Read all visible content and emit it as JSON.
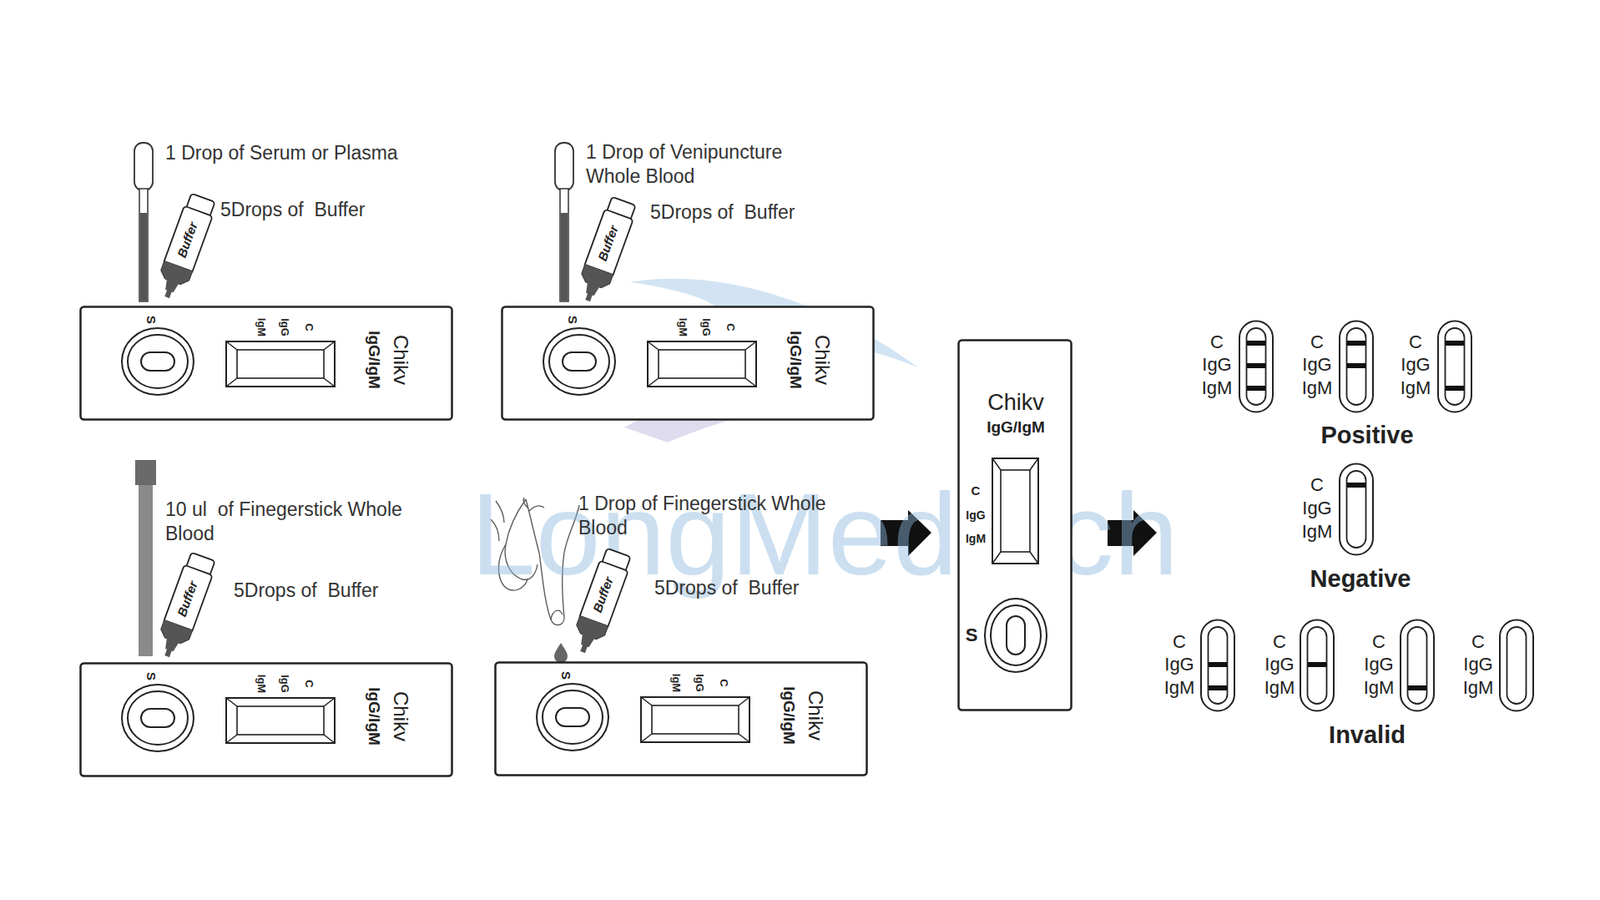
{
  "diagram": {
    "nodes": [
      {
        "text": [
          "S",
          "IgM",
          "IgG",
          "C",
          "Chikv",
          "IgG/IgM"
        ]
      },
      {
        "text": [
          "Buffer"
        ]
      },
      {
        "text": [
          "S",
          "IgM",
          "IgG",
          "C",
          "Chikv",
          "IgG/IgM"
        ]
      },
      {
        "text": [
          "Buffer"
        ]
      },
      {
        "text": [
          "S",
          "IgM",
          "IgG",
          "C",
          "Chikv",
          "IgG/IgM"
        ]
      },
      {
        "text": [
          "Buffer"
        ]
      },
      {
        "text": [
          "S",
          "IgM",
          "IgG",
          "C",
          "Chikv",
          "IgG/IgM"
        ]
      },
      {
        "text": [
          "Buffer"
        ]
      },
      {
        "text": [
          "Chikv",
          "IgG/IgM",
          "C",
          "IgG",
          "IgM",
          "S"
        ]
      }
    ],
    "labels": [
      "1 Drop of Serum or Plasma",
      "5Drops of  Buffer",
      "1 Drop of Venipuncture Whole Blood",
      "5Drops of  Buffer",
      "10 ul  of Finegerstick Whole Blood",
      "5Drops of  Buffer",
      "1 Drop of Finegerstick Whole Blood",
      "5Drops of  Buffer",
      "C",
      "IgG",
      "IgM",
      "C",
      "IgG",
      "IgM",
      "C",
      "IgG",
      "IgM",
      "Positive",
      "C",
      "IgG",
      "IgM",
      "Negative",
      "C",
      "IgG",
      "IgM",
      "C",
      "IgG",
      "IgM",
      "C",
      "IgG",
      "IgM",
      "C",
      "IgG",
      "IgM",
      "Invalid",
      "LongMedtech"
    ]
  }
}
